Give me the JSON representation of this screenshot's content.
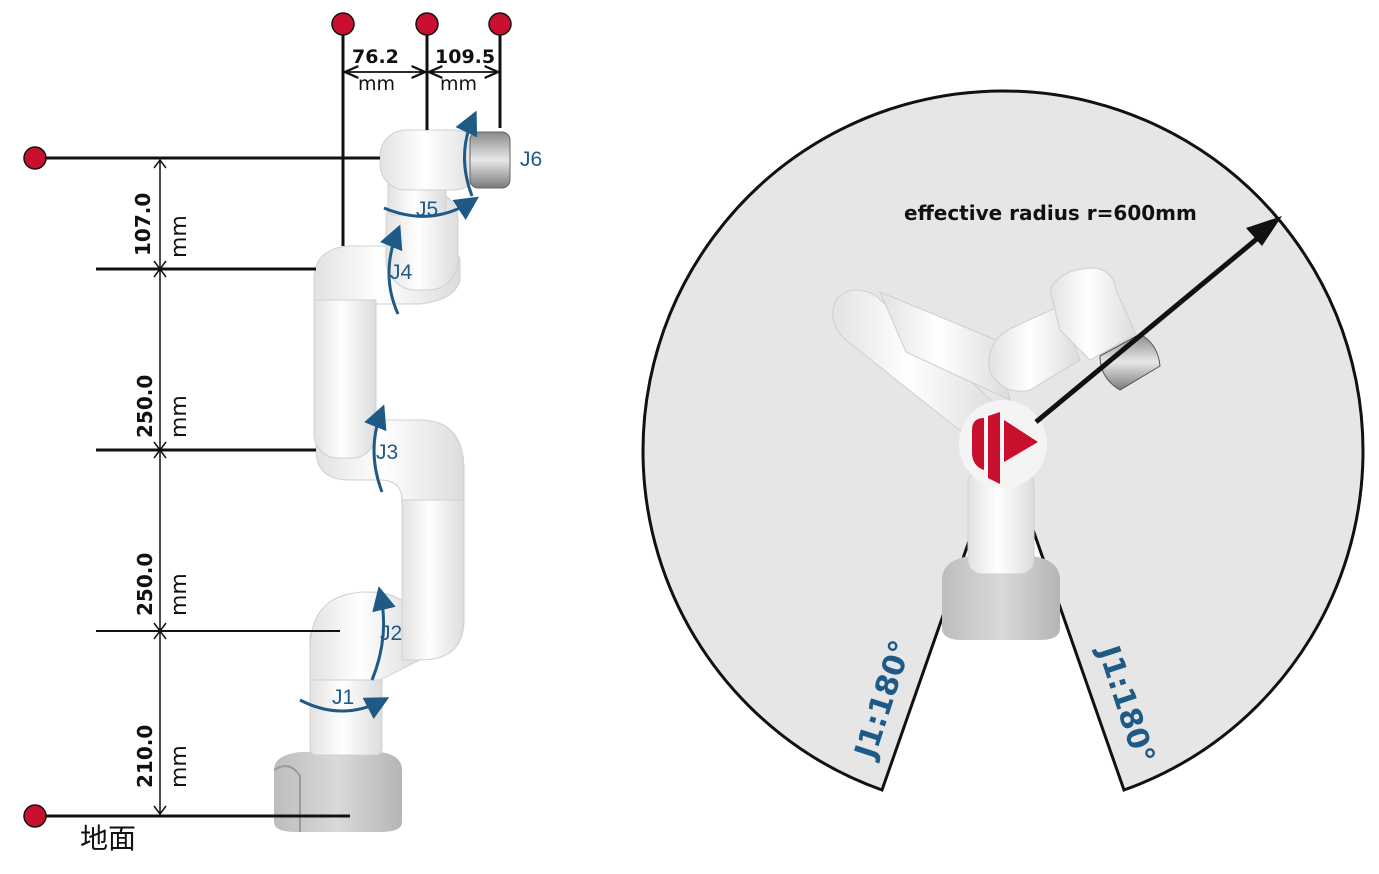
{
  "dimensions": {
    "top": [
      {
        "value": "76.2",
        "unit": "mm"
      },
      {
        "value": "109.5",
        "unit": "mm"
      }
    ],
    "vertical": [
      {
        "value": "107.0",
        "unit": "mm"
      },
      {
        "value": "250.0",
        "unit": "mm"
      },
      {
        "value": "250.0",
        "unit": "mm"
      },
      {
        "value": "210.0",
        "unit": "mm"
      }
    ]
  },
  "joints": [
    "J1",
    "J2",
    "J3",
    "J4",
    "J5",
    "J6"
  ],
  "ground_label": "地面",
  "workspace": {
    "radius_label": "effective radius  r=600mm",
    "j1_left": "J1:180°",
    "j1_right": "J1:180°"
  },
  "colors": {
    "accent_blue": "#1f5a86",
    "brand_red": "#c8102e",
    "workspace_fill": "#e6e6e6",
    "arm_white": "#f3f3f3"
  }
}
